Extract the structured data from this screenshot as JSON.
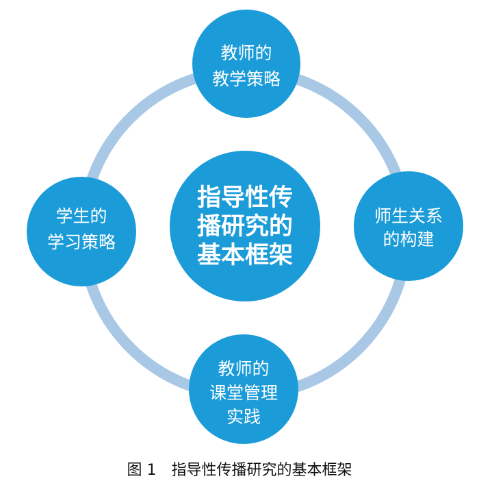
{
  "colors": {
    "ring": "#A9C8E6",
    "node": "#1B9BD8",
    "node_text": "#FFFFFF",
    "caption_text": "#111111"
  },
  "center": {
    "lines": [
      "指导性传",
      "播研究的",
      "基本框架"
    ]
  },
  "nodes": {
    "top": {
      "lines": [
        "教师的",
        "教学策略"
      ]
    },
    "right": {
      "lines": [
        "师生关系",
        "的构建"
      ]
    },
    "bottom": {
      "lines": [
        "教师的",
        "课堂管理",
        "实践"
      ]
    },
    "left": {
      "lines": [
        "学生的",
        "学习策略"
      ]
    }
  },
  "caption": {
    "number": "图 1",
    "text": "指导性传播研究的基本框架"
  }
}
